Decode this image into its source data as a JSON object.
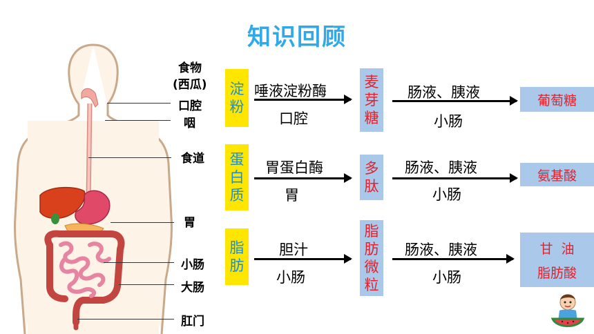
{
  "title": "知识回顾",
  "organs": {
    "food": "食物",
    "food_note": "(西瓜)",
    "mouth": "口腔",
    "pharynx": "咽",
    "esophagus": "食道",
    "stomach": "胃",
    "small_intestine": "小肠",
    "large_intestine": "大肠",
    "anus": "肛门"
  },
  "rows": [
    {
      "nutrient": [
        "淀",
        "粉"
      ],
      "enzyme1": "唾液淀粉酶",
      "place1": "口腔",
      "middle": [
        "麦",
        "芽",
        "糖"
      ],
      "enzyme2": "肠液、胰液",
      "place2": "小肠",
      "product": "葡萄糖"
    },
    {
      "nutrient": [
        "蛋",
        "白",
        "质"
      ],
      "enzyme1": "胃蛋白酶",
      "place1": "胃",
      "middle": [
        "多",
        "肽"
      ],
      "enzyme2": "肠液、胰液",
      "place2": "小肠",
      "product": "氨基酸"
    },
    {
      "nutrient": [
        "脂",
        "肪"
      ],
      "enzyme1": "胆汁",
      "place1": "小肠",
      "middle": [
        "脂",
        "肪",
        "微",
        "粒"
      ],
      "enzyme2": "肠液、胰液",
      "place2": "小肠",
      "product": "甘  油",
      "product2": "脂肪酸"
    }
  ],
  "colors": {
    "title": "#2fa9e8",
    "nutrient_box": "#ffe600",
    "nutrient_text": "#1a8fd6",
    "middle_box": "#a9c8ea",
    "product_text": "#e8202a"
  },
  "icons": [
    "body-digestive-system-illustration",
    "child-eating-watermelon-icon"
  ]
}
